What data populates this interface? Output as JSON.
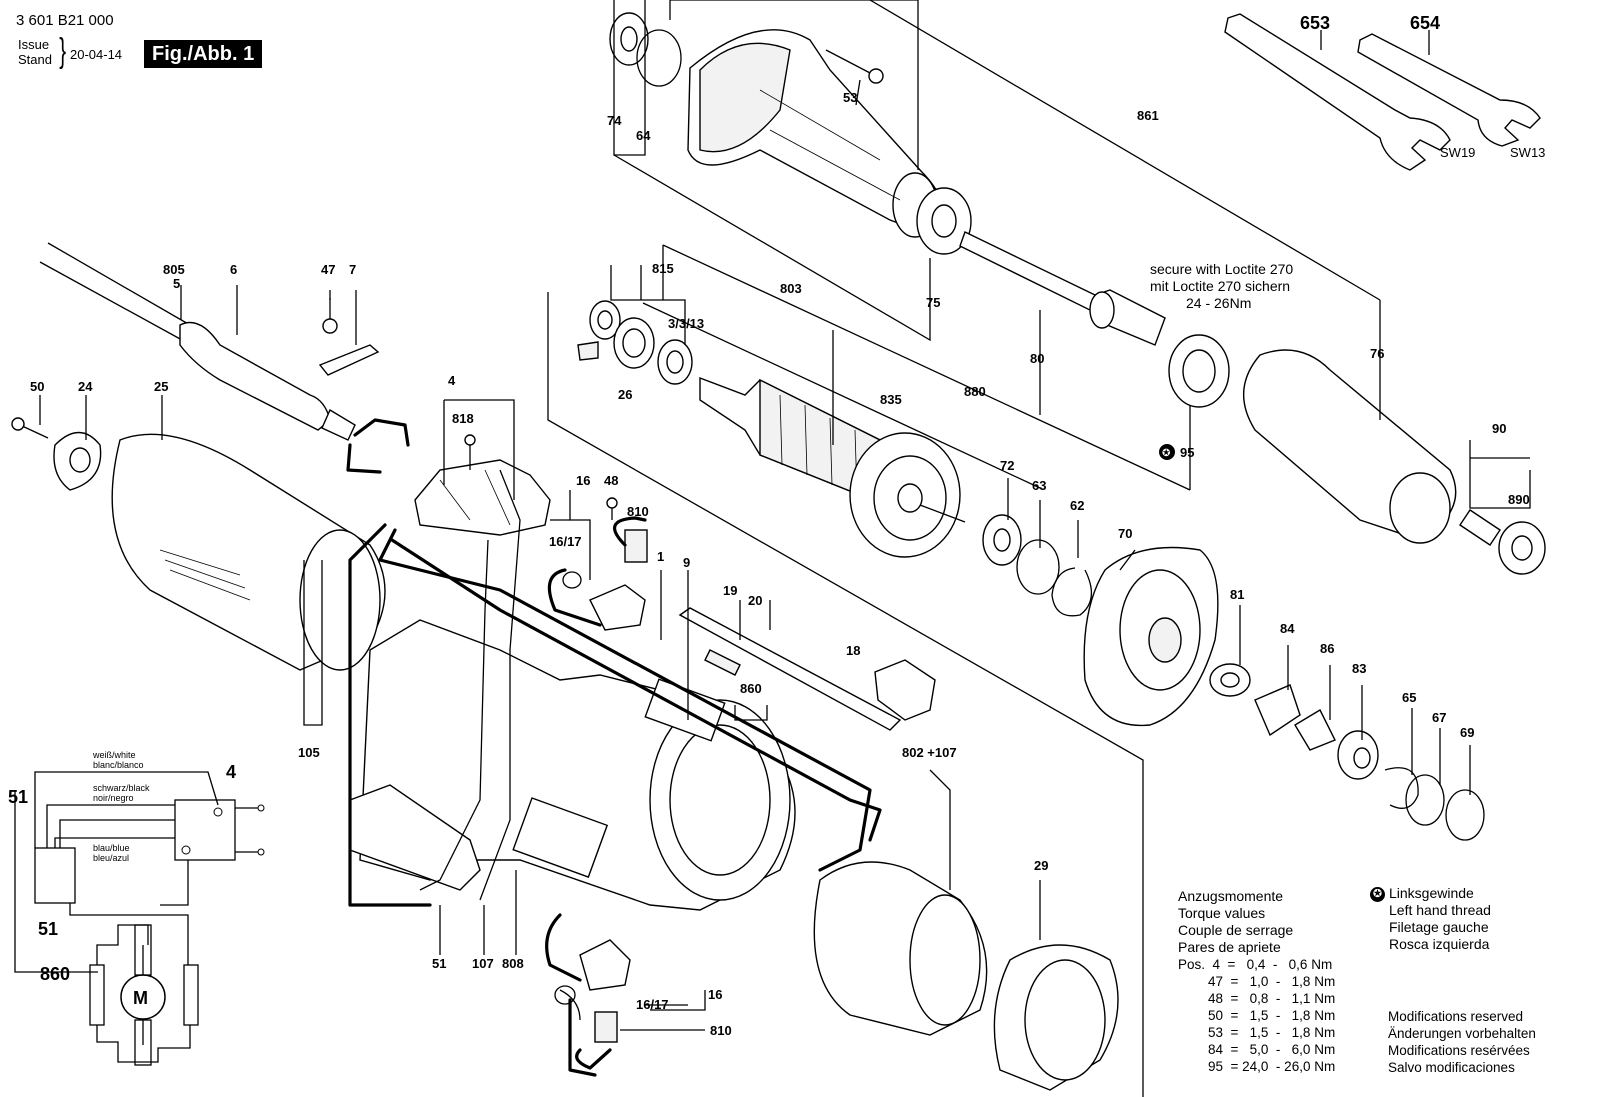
{
  "header": {
    "doc_number": "3 601 B21 000",
    "issue_label": "Issue",
    "stand_label": "Stand",
    "issue_date": "20-04-14",
    "figure_label": "Fig./Abb. 1"
  },
  "callouts": [
    "653",
    "654",
    "SW19",
    "SW13",
    "53",
    "861",
    "74",
    "64",
    "805",
    "5",
    "6",
    "47",
    "7",
    "815",
    "803",
    "3/3/13",
    "26",
    "75",
    "80",
    "secure with Loctite 270",
    "mit Loctite 270 sichern",
    "24 - 26Nm",
    "76",
    "880",
    "835",
    "95",
    "50",
    "24",
    "25",
    "4",
    "818",
    "16",
    "48",
    "810",
    "16/17",
    "1",
    "9",
    "19",
    "20",
    "72",
    "63",
    "62",
    "70",
    "90",
    "890",
    "18",
    "860",
    "81",
    "84",
    "86",
    "83",
    "65",
    "67",
    "69",
    "802 +107",
    "105",
    "51",
    "107",
    "808",
    "29",
    "16/17",
    "16",
    "810"
  ],
  "loctite_note": {
    "line1": "secure with Loctite 270",
    "line2": "mit Loctite 270 sichern",
    "line3": "24 - 26Nm"
  },
  "wiring_diagram": {
    "label_51_top": "51",
    "label_4": "4",
    "label_51_box": "51",
    "label_860": "860",
    "motor_label": "M",
    "wire_white_1": "weiß/white",
    "wire_white_2": "blanc/blanco",
    "wire_black_1": "schwarz/black",
    "wire_black_2": "noir/negro",
    "wire_blue_1": "blau/blue",
    "wire_blue_2": "bleu/azul"
  },
  "torque_table": {
    "title_lines": [
      "Anzugsmomente",
      "Torque values",
      "Couple de serrage",
      "Pares de apriete"
    ],
    "rows": [
      "Pos.  4  =   0,4  -   0,6 Nm",
      "        47  =   1,0  -   1,8 Nm",
      "        48  =   0,8  -   1,1 Nm",
      "        50  =   1,5  -   1,8 Nm",
      "        53  =   1,5  -   1,8 Nm",
      "        84  =   5,0  -   6,0 Nm",
      "        95  = 24,0  - 26,0 Nm"
    ]
  },
  "left_hand_thread": {
    "lines": [
      "Linksgewinde",
      "Left hand thread",
      "Filetage gauche",
      "Rosca izquierda"
    ]
  },
  "modifications": {
    "lines": [
      "Modifications reserved",
      "Änderungen vorbehalten",
      "Modifications resérvées",
      "Salvo modificaciones"
    ]
  }
}
